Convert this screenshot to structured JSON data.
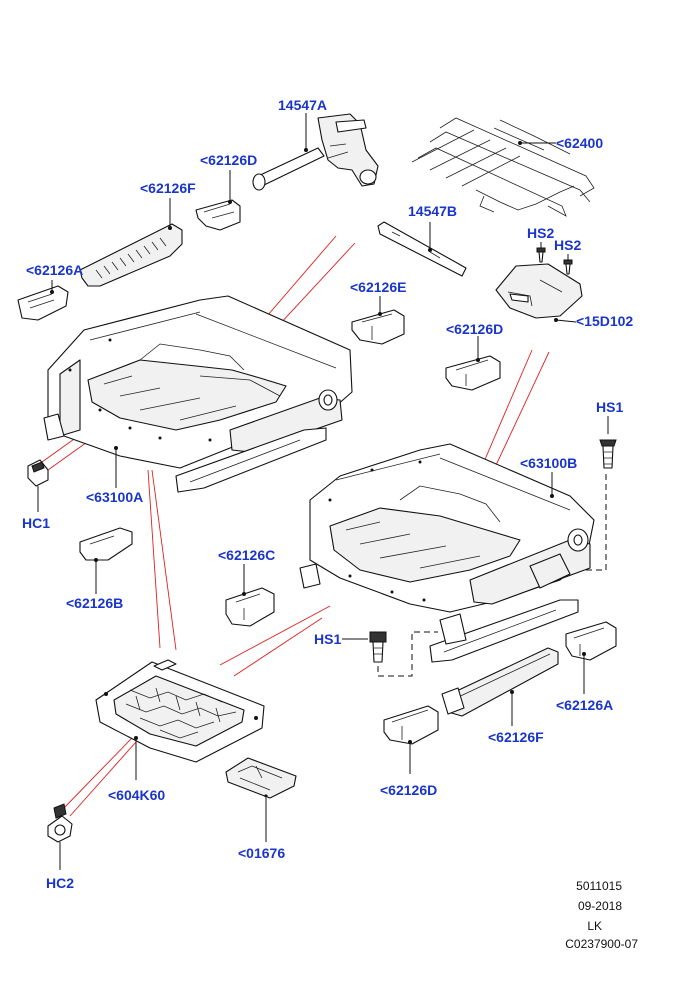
{
  "callouts": {
    "c14547A": "14547A",
    "c62400": "<62400",
    "c62126D_top": "<62126D",
    "c62126F_top": "<62126F",
    "c14547B": "14547B",
    "c62126A_left": "<62126A",
    "cHS2_a": "HS2",
    "cHS2_b": "HS2",
    "c62126E": "<62126E",
    "c15D102": "<15D102",
    "c62126D_mid": "<62126D",
    "cHS1_right": "HS1",
    "c63100B": "<63100B",
    "c63100A": "<63100A",
    "cHC1": "HC1",
    "c62126B": "<62126B",
    "c62126C": "<62126C",
    "cHS1_mid": "HS1",
    "c62126A_right": "<62126A",
    "c62126F_bottom": "<62126F",
    "c62126D_bottom": "<62126D",
    "c604K60": "<604K60",
    "c01676": "<01676",
    "cHC2": "HC2"
  },
  "footer": {
    "line1": "5011015",
    "line2": "09-2018",
    "line3": "LK",
    "line4": "C0237900-07"
  },
  "colors": {
    "label": "#1a35c9",
    "red_lines": "#e02020",
    "outline": "#111111"
  }
}
